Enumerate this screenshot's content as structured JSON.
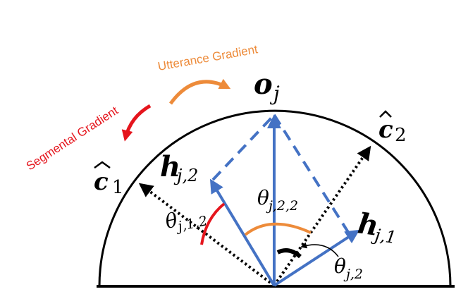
{
  "labels": {
    "utterance_gradient": "Utterance Gradient",
    "segmental_gradient": "Segmental Gradient",
    "o_base": "o",
    "o_sub": "j",
    "c1_base": "c",
    "c1_sub": "1",
    "c2_base": "c",
    "c2_sub": "2",
    "h2_base": "h",
    "h2_sub": "j,2",
    "h1_base": "h",
    "h1_sub": "j,1",
    "theta_j12_base": "θ",
    "theta_j12_sub": "j,1,2",
    "theta_j22_base": "θ",
    "theta_j22_sub": "j,2,2",
    "theta_j2_base": "θ",
    "theta_j2_sub": "j,2"
  },
  "colors": {
    "vector_blue": "#4472c4",
    "utterance_orange": "#ed8b3a",
    "segmental_red": "#e5151d",
    "arc_black": "#000000",
    "dashed_blue": "#4472c4"
  }
}
